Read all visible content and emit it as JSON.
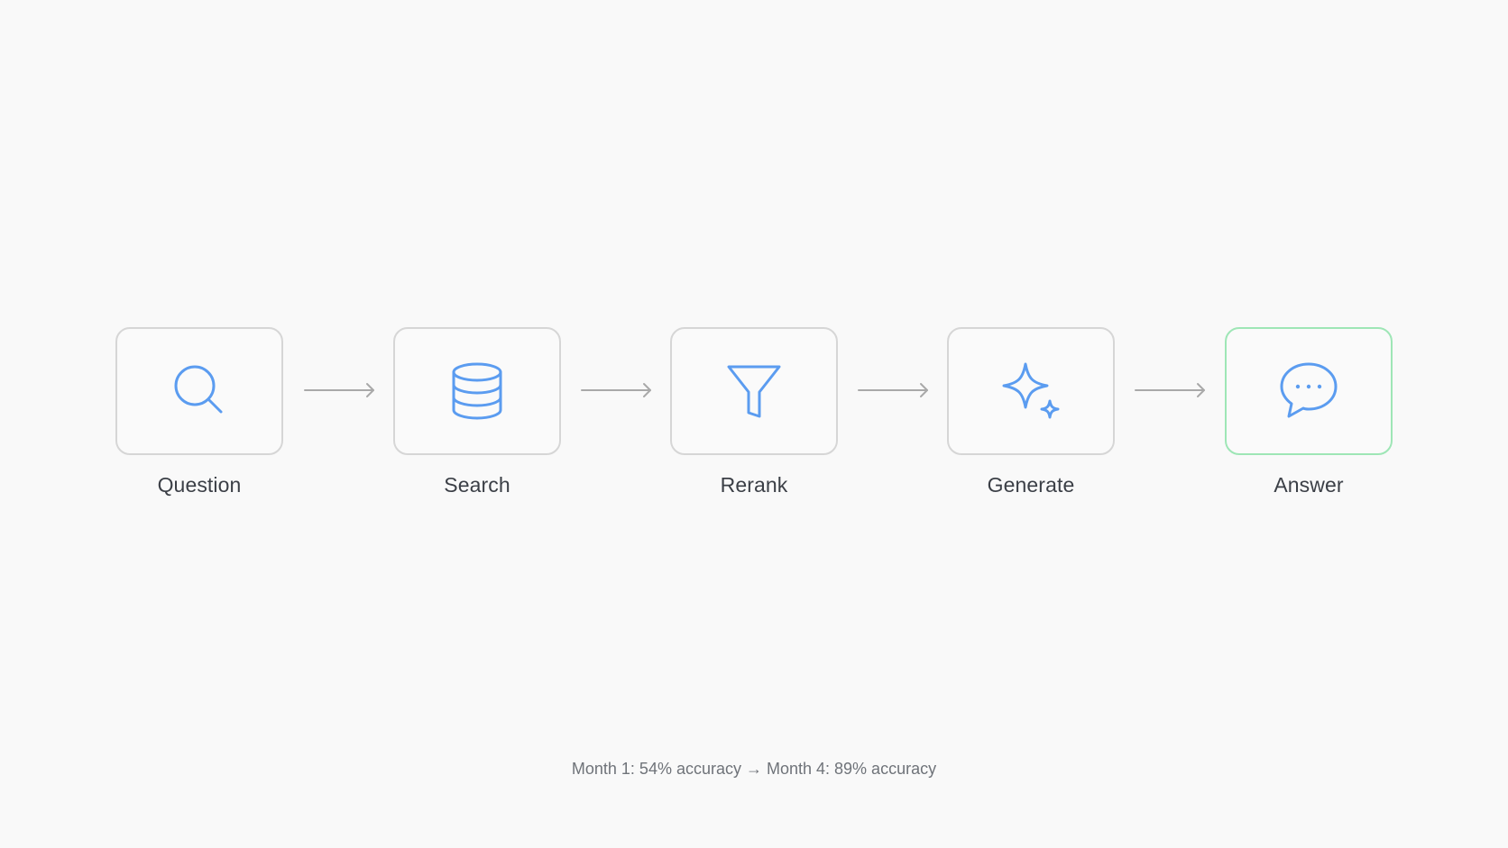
{
  "steps": [
    {
      "label": "Question",
      "icon": "search-icon"
    },
    {
      "label": "Search",
      "icon": "database-icon"
    },
    {
      "label": "Rerank",
      "icon": "filter-icon"
    },
    {
      "label": "Generate",
      "icon": "sparkle-icon"
    },
    {
      "label": "Answer",
      "icon": "chat-bubble-icon"
    }
  ],
  "footer": {
    "text": "Month 1: 54% accuracy → Month 4: 89% accuracy"
  },
  "colors": {
    "icon": "#5b9cf0",
    "box_border": "#d6d6d6",
    "final_border": "#9ee6b6",
    "arrow": "#a9a9a9",
    "background": "#f9f9f9"
  }
}
